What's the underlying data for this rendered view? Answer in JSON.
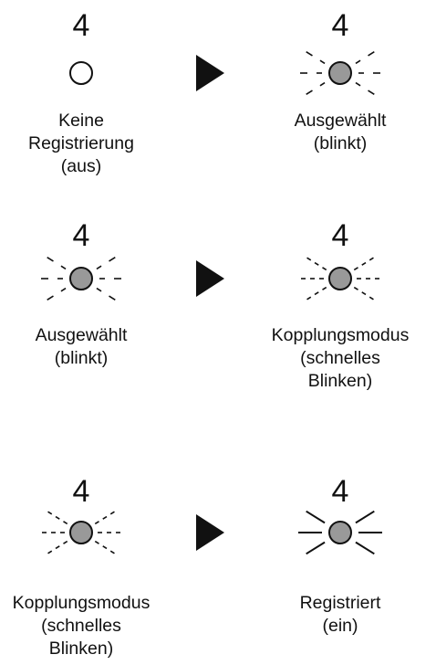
{
  "colors": {
    "led_off_fill": "#ffffff",
    "led_on_fill": "#999999",
    "stroke": "#111111"
  },
  "rows": [
    {
      "from": {
        "number": "4",
        "led_state": "off",
        "label_lines": [
          "Keine",
          "Registrierung",
          "(aus)"
        ]
      },
      "arrow_icon": "right-triangle-arrow",
      "to": {
        "number": "4",
        "led_state": "blinking",
        "label_lines": [
          "Ausgewählt",
          "(blinkt)"
        ]
      }
    },
    {
      "from": {
        "number": "4",
        "led_state": "blinking",
        "label_lines": [
          "Ausgewählt",
          "(blinkt)"
        ]
      },
      "arrow_icon": "right-triangle-arrow",
      "to": {
        "number": "4",
        "led_state": "fast-blinking",
        "label_lines": [
          "Kopplungsmodus",
          "(schnelles",
          "Blinken)"
        ]
      }
    },
    {
      "from": {
        "number": "4",
        "led_state": "fast-blinking",
        "label_lines": [
          "Kopplungsmodus",
          "(schnelles",
          "Blinken)"
        ]
      },
      "arrow_icon": "right-triangle-arrow",
      "to": {
        "number": "4",
        "led_state": "on",
        "label_lines": [
          "Registriert",
          "(ein)"
        ]
      }
    }
  ]
}
